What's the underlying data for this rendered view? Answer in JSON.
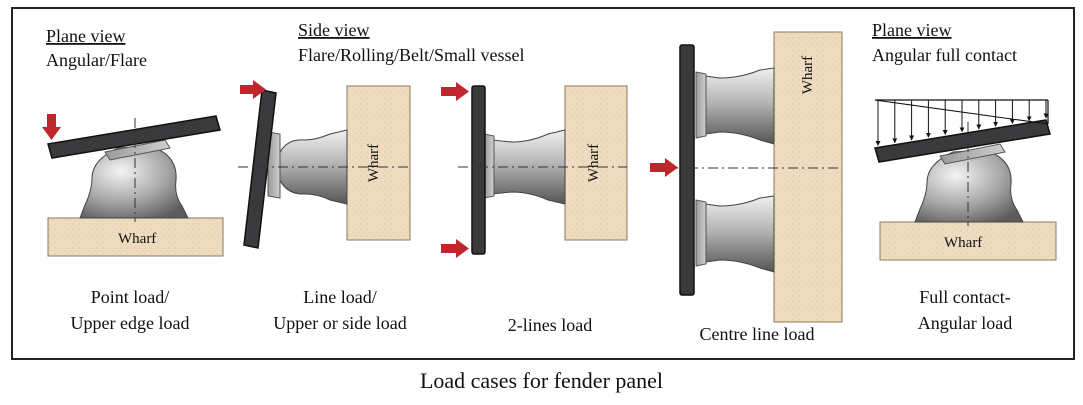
{
  "panels": [
    {
      "view_label": "Plane view",
      "view_desc": "Angular/Flare",
      "wharf_label": "Wharf",
      "caption_lines": [
        "Point load/",
        "Upper edge load"
      ]
    },
    {
      "view_label": "Side view",
      "view_desc": "Flare/Rolling/Belt/Small  vessel",
      "wharf_label": "Wharf",
      "caption_lines": [
        "Line load/",
        "Upper or side load"
      ]
    },
    {
      "wharf_label": "Wharf",
      "caption_lines": [
        "2-lines  load"
      ]
    },
    {
      "wharf_label": "Wharf",
      "caption_lines": [
        "Centre line load"
      ]
    },
    {
      "view_label": "Plane view",
      "view_desc": "Angular full contact",
      "wharf_label": "Wharf",
      "caption_lines": [
        "Full contact-",
        "Angular load"
      ]
    }
  ],
  "figure_caption": "Load cases for fender panel",
  "colors": {
    "wharf_fill": "#efdcc0",
    "panel_fill": "#3a3a3c",
    "arrow_red": "#c0272d",
    "rubber_light": "#e6e6e6",
    "rubber_dark": "#6e6e6e"
  },
  "icons": [
    "red-load-arrow-icon",
    "distributed-load-arrows-icon",
    "centerline-dash-icon"
  ]
}
